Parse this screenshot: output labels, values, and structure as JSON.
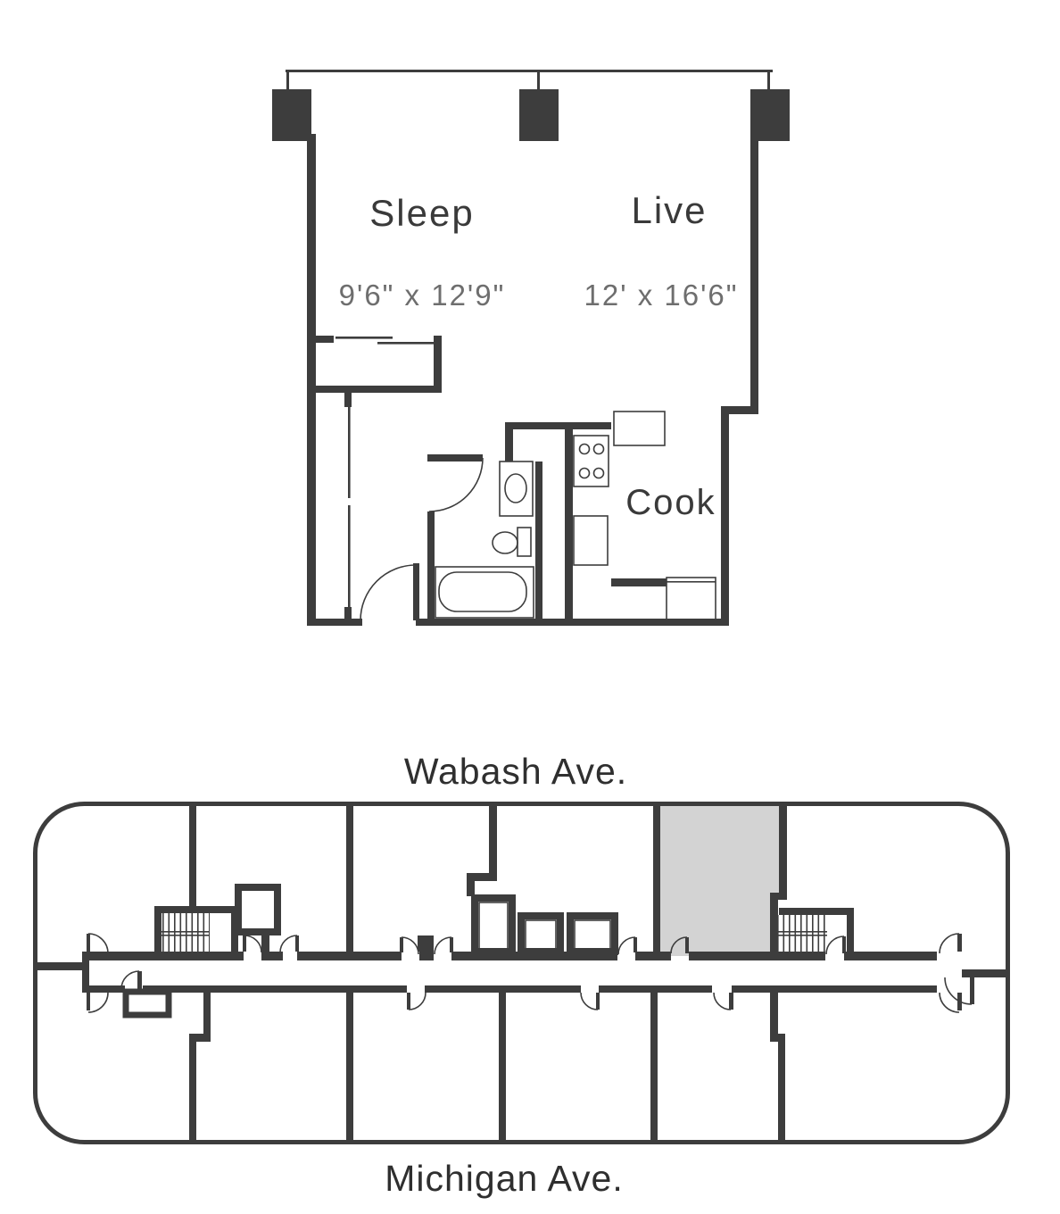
{
  "title": "Studio floor plan with building key plan",
  "unit_plan": {
    "sleep_label": "Sleep",
    "sleep_dims": "9'6\" x 12'9\"",
    "live_label": "Live",
    "live_dims": "12' x 16'6\"",
    "cook_label": "Cook"
  },
  "key_plan": {
    "street_top": "Wabash Ave.",
    "street_bottom": "Michigan Ave.",
    "highlighted_unit": "unit between Wabash Ave. and Michigan Ave., right of center"
  },
  "colors": {
    "wall": "#3d3d3d",
    "highlight": "#d3d3d3",
    "label": "#3a3a3a",
    "dimension_text": "#6e6e6e",
    "street_text": "#2f2f2f",
    "background": "#ffffff"
  }
}
